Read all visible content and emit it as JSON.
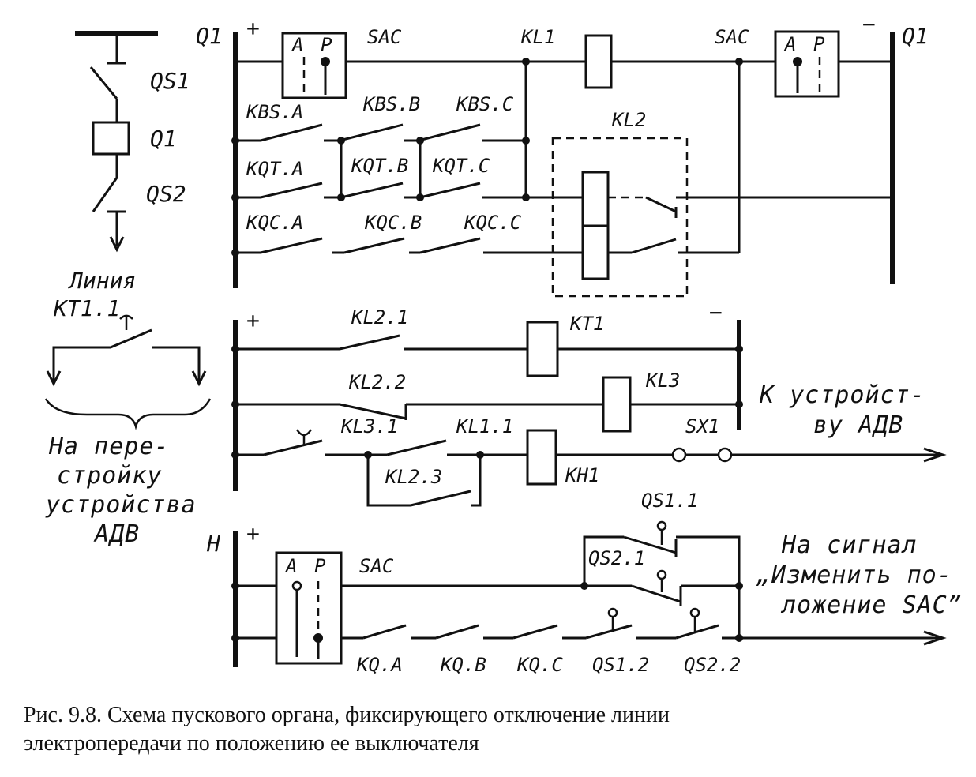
{
  "diagram": {
    "bus_labels": {
      "q1_left": "Q1",
      "q1_right": "Q1",
      "h": "H",
      "plus_1": "+",
      "minus_1": "−",
      "plus_2": "+",
      "minus_2": "−",
      "plus_3": "+"
    },
    "primary": {
      "qs1": "QS1",
      "q1": "Q1",
      "qs2": "QS2",
      "line": "Линия"
    },
    "components": {
      "sac_left_a": "A",
      "sac_left_p": "P",
      "sac_left": "SAC",
      "kl1": "KL1",
      "sac_right": "SAC",
      "sac_right_a": "A",
      "sac_right_p": "P",
      "kbs_a": "KBS.A",
      "kbs_b": "KBS.B",
      "kbs_c": "KBS.C",
      "kqt_a": "KQT.A",
      "kqt_b": "KQT.B",
      "kqt_c": "KQT.C",
      "kqc_a": "KQC.A",
      "kqc_b": "KQC.B",
      "kqc_c": "KQC.C",
      "kl2": "KL2",
      "kl2_1": "KL2.1",
      "kt1": "KT1",
      "kl2_2": "KL2.2",
      "kl3": "KL3",
      "kl3_1": "KL3.1",
      "kl1_1": "KL1.1",
      "kl2_3": "KL2.3",
      "kh1": "KH1",
      "sx1": "SX1",
      "kt1_1": "KT1.1",
      "qs1_1": "QS1.1",
      "qs2_1": "QS2.1",
      "sac_bottom_a": "A",
      "sac_bottom_p": "P",
      "sac_bottom": "SAC",
      "kq_a": "KQ.A",
      "kq_b": "KQ.B",
      "kq_c": "KQ.C",
      "qs1_2": "QS1.2",
      "qs2_2": "QS2.2"
    },
    "notes": {
      "to_adv_1": "К устрой­ст-",
      "to_adv_2": "ву АДВ",
      "reconfig_1": "На пере-",
      "reconfig_2": "стройку",
      "reconfig_3": "устройства",
      "reconfig_4": "АДВ",
      "signal_1": "На сигнал",
      "signal_2": "„Изменить по-",
      "signal_3": "ложение SAC”"
    }
  },
  "caption": {
    "line1": "Рис. 9.8. Схема пускового органа, фиксирующего отключение линии",
    "line2": "электропередачи по положению ее выключателя"
  }
}
